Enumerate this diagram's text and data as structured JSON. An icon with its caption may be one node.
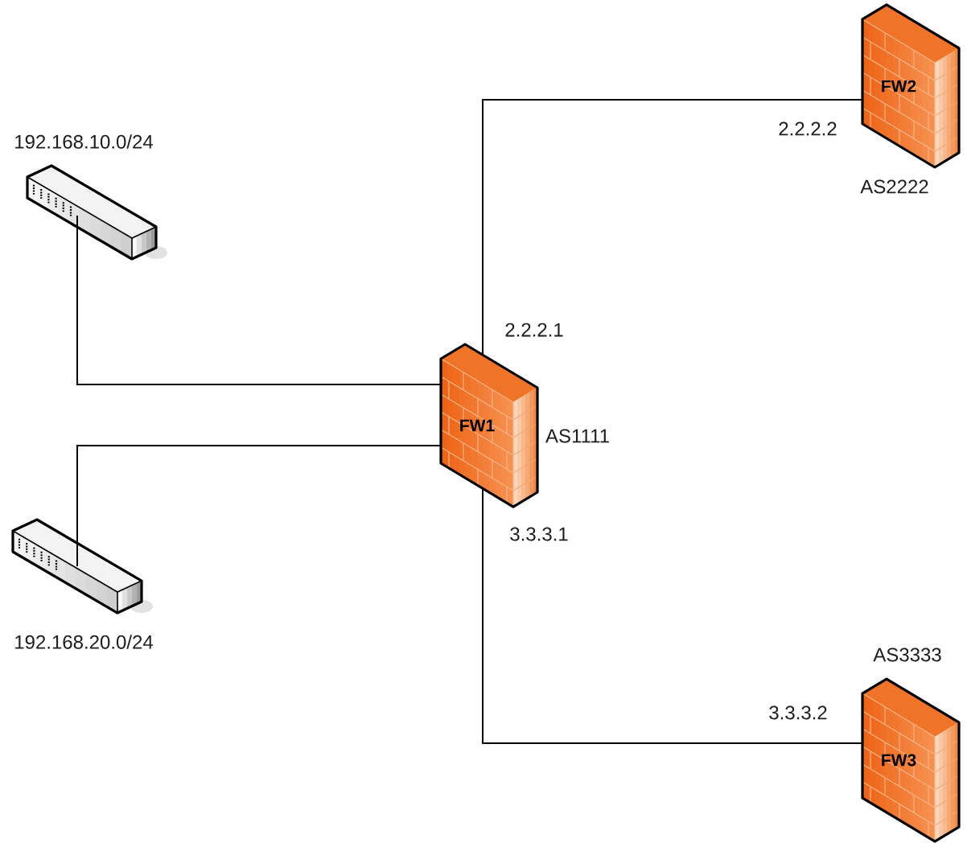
{
  "diagram": {
    "nodes": [
      {
        "text": [
          "FW2"
        ],
        "beside": [
          "2.2.2.2",
          "AS2222"
        ]
      },
      {
        "text": [],
        "shape": "picture",
        "beside": [
          "192.168.10.0/24"
        ]
      },
      {
        "text": [
          "FW1"
        ],
        "beside": [
          "2.2.2.1",
          "AS1111",
          "3.3.3.1"
        ]
      },
      {
        "text": [],
        "shape": "picture",
        "beside": [
          "192.168.20.0/24"
        ]
      },
      {
        "text": [
          "FW3"
        ],
        "beside": [
          "AS3333",
          "3.3.3.2"
        ]
      }
    ],
    "edges": [
      {
        "from": 2,
        "to": 0,
        "arrow": "none"
      },
      {
        "from": 1,
        "to": 2,
        "arrow": "none"
      },
      {
        "from": 3,
        "to": 2,
        "arrow": "none"
      },
      {
        "from": 2,
        "to": 4,
        "arrow": "none"
      }
    ]
  }
}
